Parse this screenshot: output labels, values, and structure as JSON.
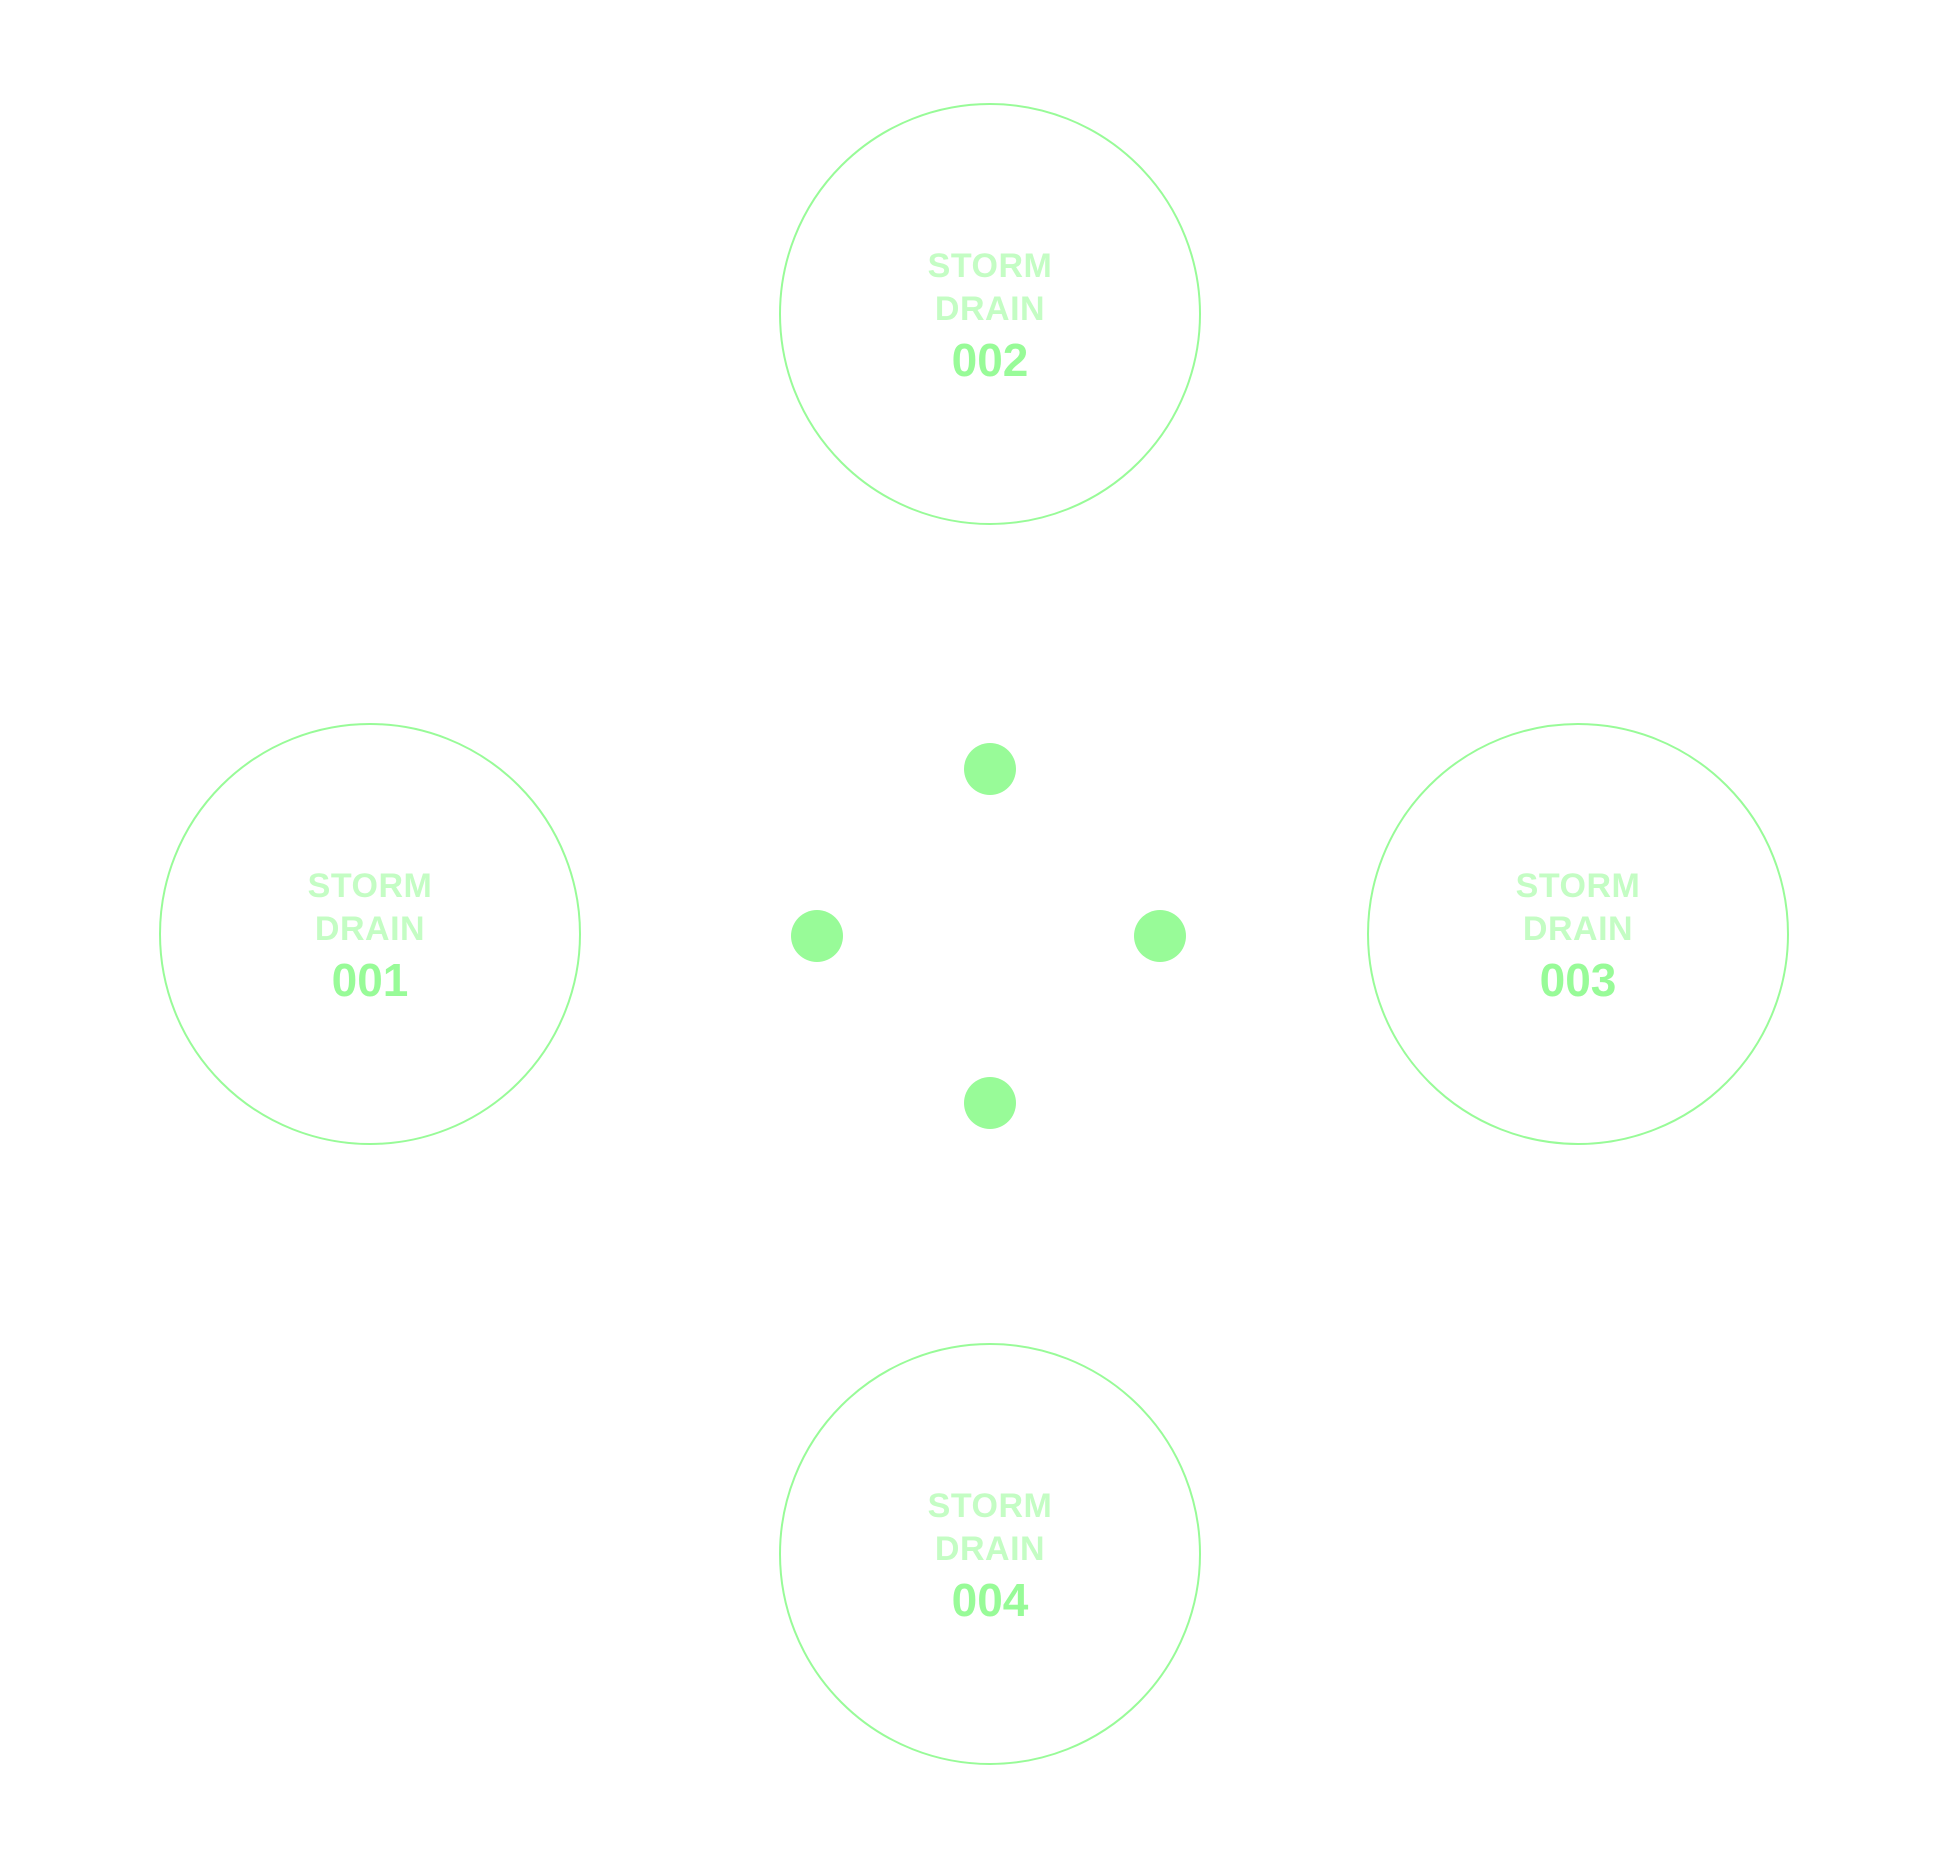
{
  "colors": {
    "accent": "#98fb98",
    "label": "#c4fdc4",
    "background": "#ffffff"
  },
  "nodes": [
    {
      "label_line1": "STORM",
      "label_line2": "DRAIN",
      "number": "002"
    },
    {
      "label_line1": "STORM",
      "label_line2": "DRAIN",
      "number": "001"
    },
    {
      "label_line1": "STORM",
      "label_line2": "DRAIN",
      "number": "003"
    },
    {
      "label_line1": "STORM",
      "label_line2": "DRAIN",
      "number": "004"
    }
  ]
}
